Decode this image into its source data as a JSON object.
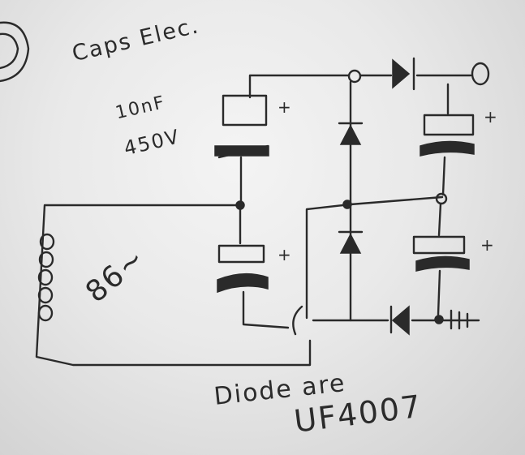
{
  "notes": {
    "caps_title": "Caps Elec.",
    "caps_value": "10nF",
    "caps_voltage": "450V",
    "coil_turns": "86~",
    "diode_note": "Diode are",
    "diode_part": "UF4007"
  },
  "polarity_mark": "+"
}
